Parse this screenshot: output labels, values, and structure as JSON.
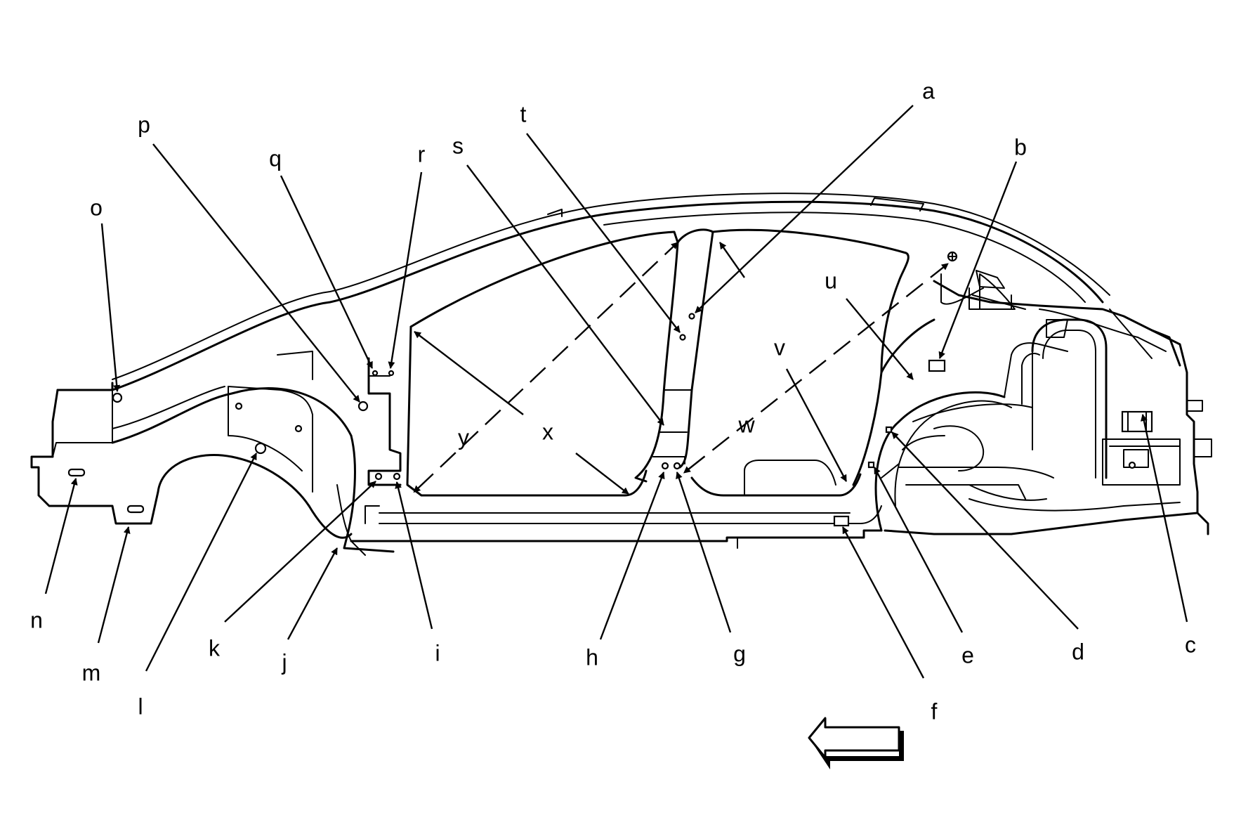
{
  "diagram": {
    "callouts": {
      "a": "a",
      "b": "b",
      "c": "c",
      "d": "d",
      "e": "e",
      "f": "f",
      "g": "g",
      "h": "h",
      "i": "i",
      "j": "j",
      "k": "k",
      "l": "l",
      "m": "m",
      "n": "n",
      "o": "o",
      "p": "p",
      "q": "q",
      "r": "r",
      "s": "s",
      "t": "t",
      "u": "u",
      "v": "v",
      "w": "w",
      "x": "x",
      "y": "y"
    },
    "direction_arrow_icon": "left-arrow-icon",
    "colors": {
      "line": "#000000",
      "background": "#ffffff"
    }
  }
}
